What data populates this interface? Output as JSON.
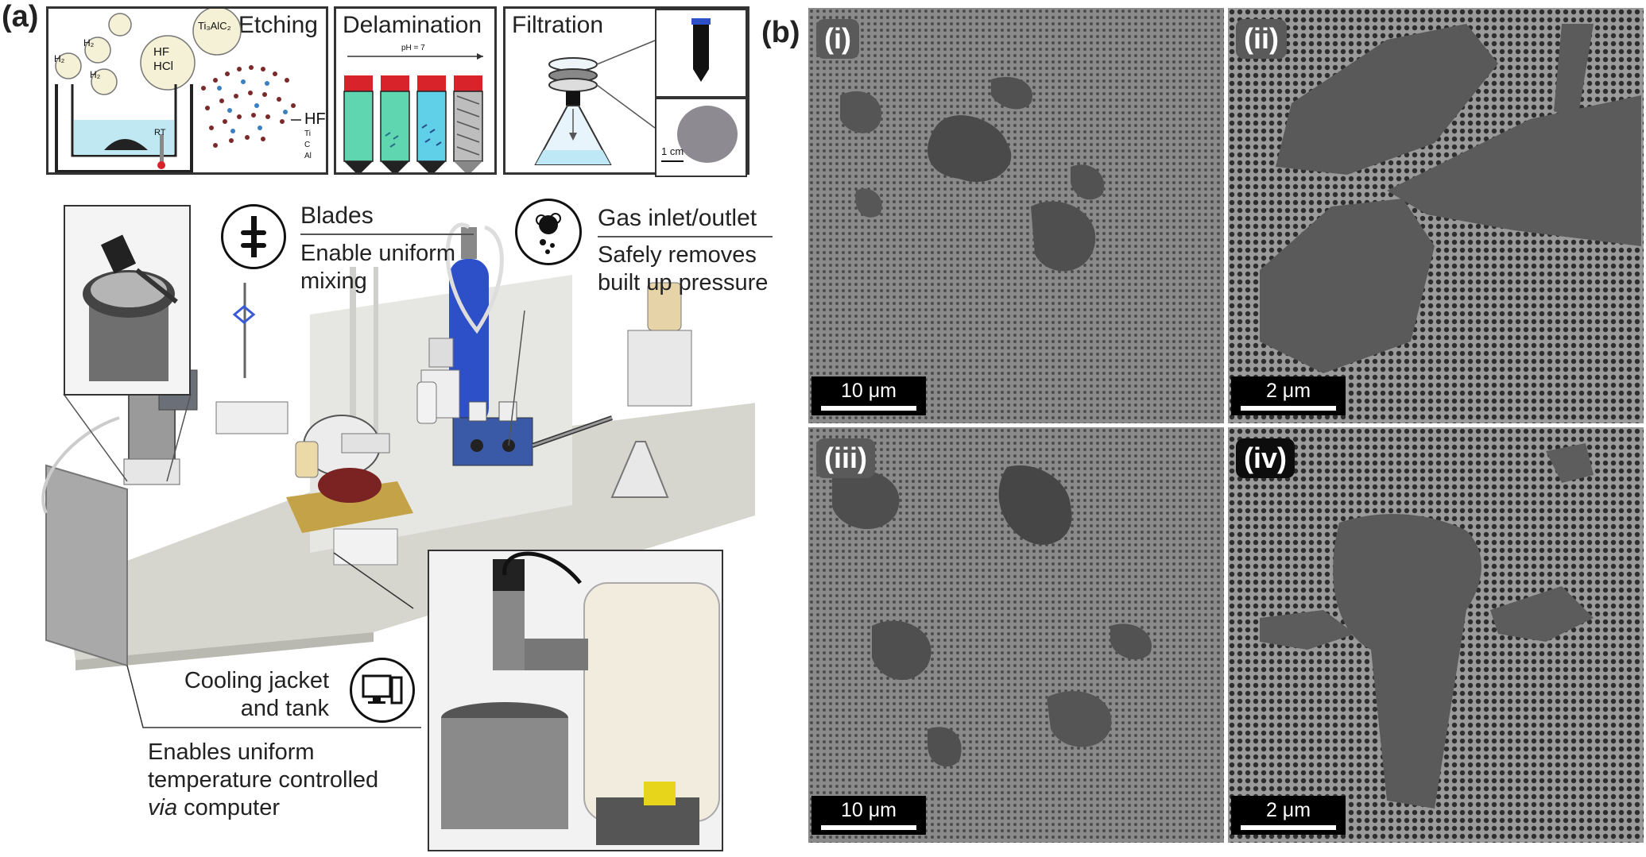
{
  "figure": {
    "panel_a_label": "(a)",
    "panel_b_label": "(b)"
  },
  "schematic": {
    "etching": {
      "title": "Etching",
      "bubble_labels": [
        "H₂",
        "H₂",
        "H₂",
        "HF\nHCl"
      ],
      "precursor_label": "Ti₃AlC₂",
      "temp_label": "RT",
      "product_label": "HF",
      "legend": [
        "Ti",
        "C",
        "Al"
      ]
    },
    "delamination": {
      "title": "Delamination",
      "ph_label": "pH = 7"
    },
    "filtration": {
      "title": "Filtration",
      "scale_label": "1 cm"
    }
  },
  "callouts": {
    "blades": {
      "title": "Blades",
      "text": "Enable uniform mixing"
    },
    "gas": {
      "title": "Gas inlet/outlet",
      "text": "Safely removes built up pressure"
    },
    "cooling": {
      "title": "Cooling jacket and tank",
      "text_lines": [
        "Enables uniform",
        "temperature controlled"
      ],
      "italic_word": "via",
      "last_word": "computer"
    }
  },
  "sem_images": [
    {
      "tag": "(i)",
      "scale": "10 μm"
    },
    {
      "tag": "(ii)",
      "scale": "2 μm"
    },
    {
      "tag": "(iii)",
      "scale": "10 μm"
    },
    {
      "tag": "(iv)",
      "scale": "2 μm"
    }
  ],
  "colors": {
    "cap_red": "#d8232a",
    "vial_green": "#5fd6b0",
    "vial_cyan": "#5fd0e8",
    "cylinder_blue": "#2d4fc8",
    "sem_background": "#6e6e6e",
    "flake_dark": "#3a3a3a"
  }
}
